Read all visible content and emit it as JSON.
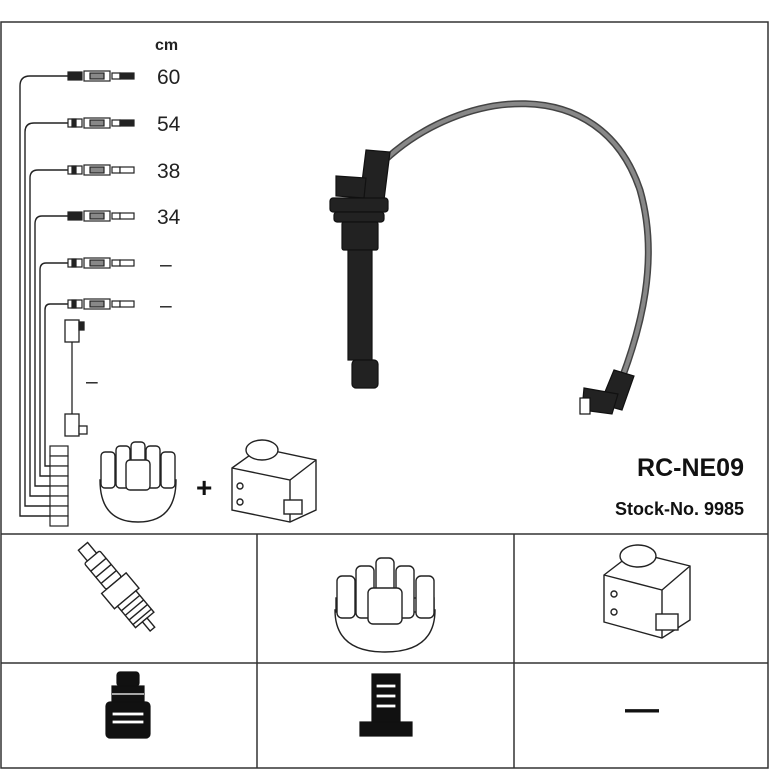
{
  "header": {
    "unit_label": "cm",
    "part_number": "RC-NE09",
    "stock_number": "Stock-No. 9985",
    "plus_sign": "+"
  },
  "cables": [
    {
      "length": "60"
    },
    {
      "length": "54"
    },
    {
      "length": "38"
    },
    {
      "length": "34"
    },
    {
      "length": "–"
    },
    {
      "length": "–"
    }
  ],
  "coil_lead_length": "–",
  "bottom_grid": {
    "rows": [
      [
        "spark-plug",
        "distributor-cap",
        "ignition-coil"
      ],
      [
        "plug-connector",
        "cap-connector",
        "—"
      ]
    ],
    "coil_connector_placeholder": "—"
  }
}
